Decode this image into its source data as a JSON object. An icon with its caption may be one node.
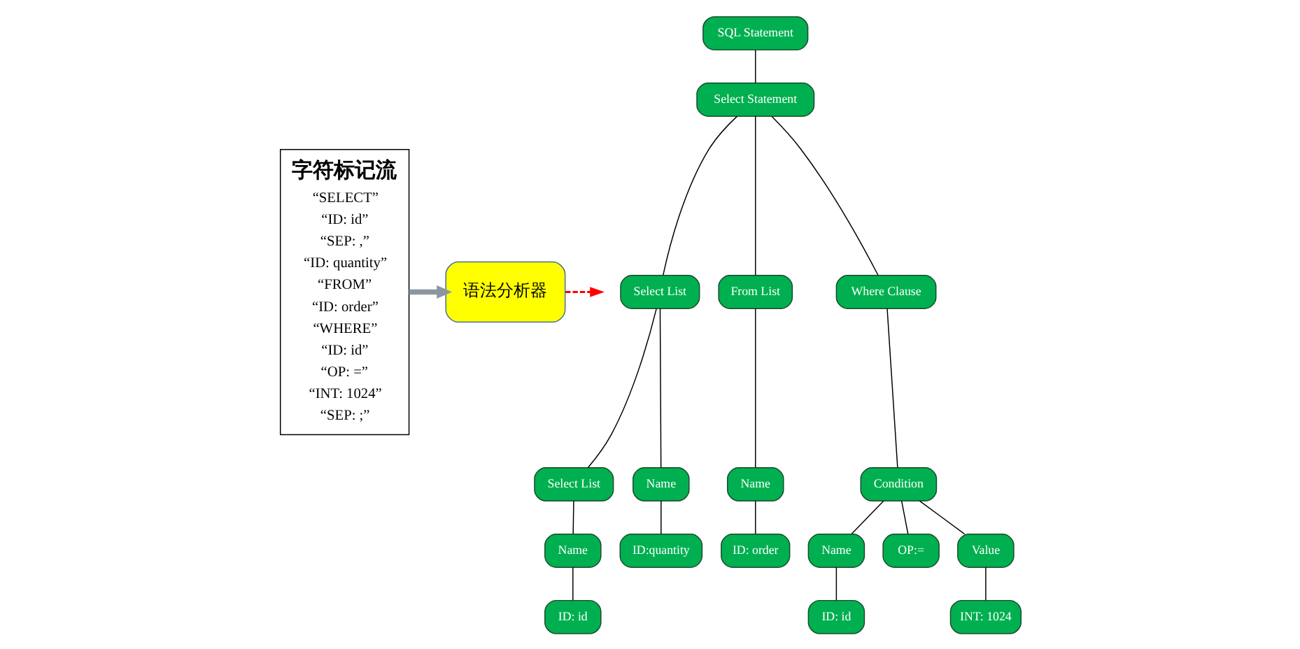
{
  "diagram": {
    "nodes": [
      {
        "text": [
          "字符标记流",
          "“SELECT”",
          "“ID: id”",
          "“SEP: ,”",
          "“ID: quantity”",
          "“FROM”",
          "“ID: order”",
          "“WHERE”",
          "“ID: id”",
          "“OP: =”",
          "“INT: 1024”",
          "“SEP: ;”"
        ]
      },
      {
        "text": [
          "语法分析器"
        ]
      },
      {
        "text": [
          "SQL Statement"
        ]
      },
      {
        "text": [
          "Select Statement"
        ]
      },
      {
        "text": [
          "Select List"
        ]
      },
      {
        "text": [
          "From List"
        ]
      },
      {
        "text": [
          "Where Clause"
        ]
      },
      {
        "text": [
          "Select List"
        ]
      },
      {
        "text": [
          "Name"
        ]
      },
      {
        "text": [
          "Name"
        ]
      },
      {
        "text": [
          "Condition"
        ]
      },
      {
        "text": [
          "Name"
        ]
      },
      {
        "text": [
          "ID:quantity"
        ]
      },
      {
        "text": [
          "ID: order"
        ]
      },
      {
        "text": [
          "Name"
        ]
      },
      {
        "text": [
          "OP:="
        ]
      },
      {
        "text": [
          "Value"
        ]
      },
      {
        "text": [
          "ID: id"
        ]
      },
      {
        "text": [
          "ID: id"
        ]
      },
      {
        "text": [
          "INT: 1024"
        ]
      }
    ],
    "edges": [
      {
        "from": 0,
        "to": 1,
        "arrow": "to",
        "style": "thick",
        "color": "#8c96a0"
      },
      {
        "from": 1,
        "to": null,
        "arrow": "to",
        "style": "dashed",
        "color": "#ff0000"
      },
      {
        "from": 2,
        "to": 3,
        "arrow": "none"
      },
      {
        "from": 3,
        "to": 4,
        "arrow": "none"
      },
      {
        "from": 3,
        "to": 5,
        "arrow": "none"
      },
      {
        "from": 3,
        "to": 6,
        "arrow": "none"
      },
      {
        "from": 4,
        "to": 7,
        "arrow": "none"
      },
      {
        "from": 4,
        "to": 8,
        "arrow": "none"
      },
      {
        "from": 5,
        "to": 9,
        "arrow": "none"
      },
      {
        "from": 6,
        "to": 10,
        "arrow": "none"
      },
      {
        "from": 7,
        "to": 11,
        "arrow": "none"
      },
      {
        "from": 8,
        "to": 12,
        "arrow": "none"
      },
      {
        "from": 9,
        "to": 13,
        "arrow": "none"
      },
      {
        "from": 10,
        "to": 14,
        "arrow": "none"
      },
      {
        "from": 10,
        "to": 15,
        "arrow": "none"
      },
      {
        "from": 10,
        "to": 16,
        "arrow": "none"
      },
      {
        "from": 11,
        "to": 17,
        "arrow": "none"
      },
      {
        "from": 14,
        "to": 18,
        "arrow": "none"
      },
      {
        "from": 16,
        "to": 19,
        "arrow": "none"
      }
    ]
  }
}
